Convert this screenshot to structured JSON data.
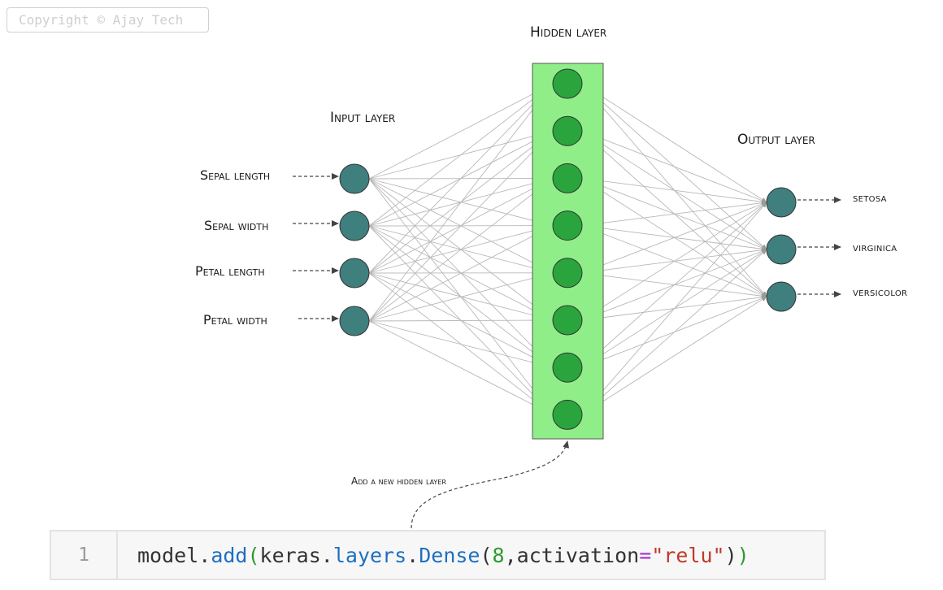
{
  "watermark": "Copyright © Ajay Tech",
  "titles": {
    "input": "Input layer",
    "hidden": "Hidden layer",
    "output": "Output layer"
  },
  "inputs": [
    "Sepal length",
    "Sepal width",
    "Petal length",
    "Petal width"
  ],
  "hidden_count": 8,
  "outputs": [
    "setosa",
    "virginica",
    "versicolor"
  ],
  "annotation": "Add a new hidden layer",
  "code": {
    "line_number": "1",
    "tokens": [
      {
        "text": "model.",
        "kind": "plain"
      },
      {
        "text": "add",
        "kind": "blue"
      },
      {
        "text": "(",
        "kind": "green"
      },
      {
        "text": "keras.",
        "kind": "plain"
      },
      {
        "text": "layers",
        "kind": "blue"
      },
      {
        "text": ".",
        "kind": "plain"
      },
      {
        "text": "Dense",
        "kind": "blue"
      },
      {
        "text": "(",
        "kind": "plain"
      },
      {
        "text": "8",
        "kind": "green"
      },
      {
        "text": ",activation",
        "kind": "plain"
      },
      {
        "text": "=",
        "kind": "purple"
      },
      {
        "text": "\"relu\"",
        "kind": "red"
      },
      {
        "text": ")",
        "kind": "plain"
      },
      {
        "text": ")",
        "kind": "green"
      }
    ]
  },
  "colors": {
    "input_node": "#3f7f7e",
    "hidden_node": "#2aa53e",
    "hidden_band": "#90ee88",
    "output_node": "#3f7f7e",
    "edge": "#b8b8b8"
  }
}
